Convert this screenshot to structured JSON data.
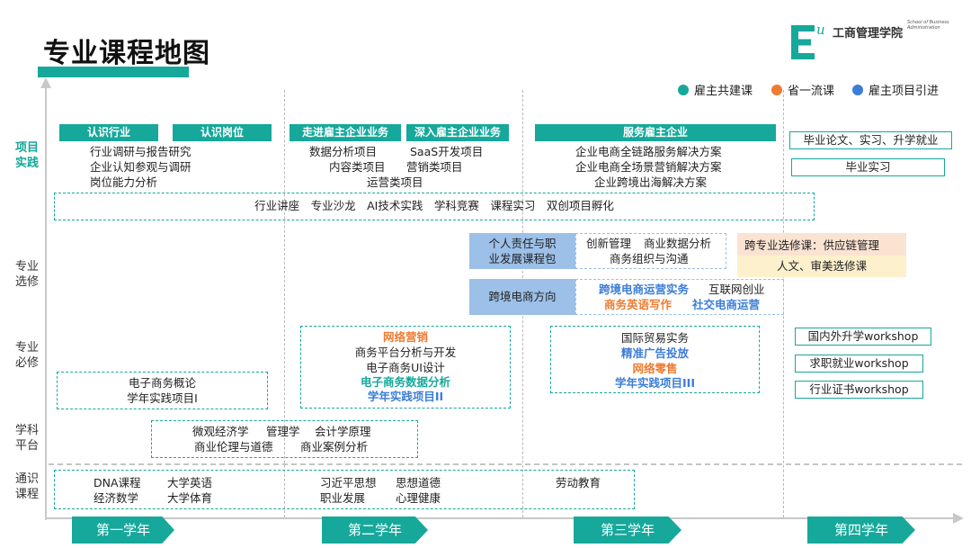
{
  "title": "专业课程地图",
  "logo": {
    "letter": "u",
    "school_cn": "工商管理学院",
    "school_en": "School of Business Administration"
  },
  "legend": [
    {
      "label": "雇主共建课",
      "color": "#16a89a"
    },
    {
      "label": "省一流课",
      "color": "#ee7b30"
    },
    {
      "label": "雇主项目引进",
      "color": "#3b7dd8"
    }
  ],
  "rows": {
    "project": "项目实践",
    "elective": "专业选修",
    "required": "专业必修",
    "platform": "学科平台",
    "general": "通识课程"
  },
  "years": [
    "第一学年",
    "第二学年",
    "第三学年",
    "第四学年"
  ],
  "project": {
    "bar_1a": "认识行业",
    "bar_1b": "认识岗位",
    "y1_lines": [
      "行业调研与报告研究",
      "企业认知参观与调研",
      "岗位能力分析"
    ],
    "bar_2a": "走进雇主企业业务",
    "bar_2b": "深入雇主企业业务",
    "y2_lines": [
      "数据分析项目",
      "SaaS开发项目",
      "内容类项目",
      "营销类项目",
      "运营类项目"
    ],
    "bar_3": "服务雇主企业",
    "y3_lines": [
      "企业电商全链路服务解决方案",
      "企业电商全场景营销解决方案",
      "企业跨境出海解决方案"
    ],
    "y4_box1": "毕业论文、实习、升学就业",
    "y4_box2": "毕业实习",
    "activities": "行业讲座　专业沙龙　AI技术实践　学科竞赛　课程实习　双创项目孵化"
  },
  "elective": {
    "blue1": "个人责任与职业发展课程包",
    "group1": [
      "创新管理",
      "商业数据分析",
      "商务组织与沟通"
    ],
    "blue2": "跨境电商方向",
    "group2": [
      "跨境电商运营实务",
      "互联网创业",
      "商务英语写作",
      "社交电商运营"
    ],
    "cross": "跨专业选修课：供应链管理",
    "humanities": "人文、审美选修课"
  },
  "required": {
    "y1": [
      "电子商务概论",
      "学年实践项目I"
    ],
    "y2": [
      "网络营销",
      "商务平台分析与开发",
      "电子商务UI设计",
      "电子商务数据分析",
      "学年实践项目II"
    ],
    "y3": [
      "国际贸易实务",
      "精准广告投放",
      "网络零售",
      "学年实践项目III"
    ],
    "y4": [
      "国内外升学workshop",
      "求职就业workshop",
      "行业证书workshop"
    ]
  },
  "platform": [
    "微观经济学",
    "管理学",
    "会计学原理",
    "商业伦理与道德",
    "商业案例分析"
  ],
  "general": {
    "y1": [
      "DNA课程",
      "大学英语",
      "经济数学",
      "大学体育"
    ],
    "y2": [
      "习近平思想",
      "思想道德",
      "职业发展",
      "心理健康"
    ],
    "y3": [
      "劳动教育"
    ]
  }
}
